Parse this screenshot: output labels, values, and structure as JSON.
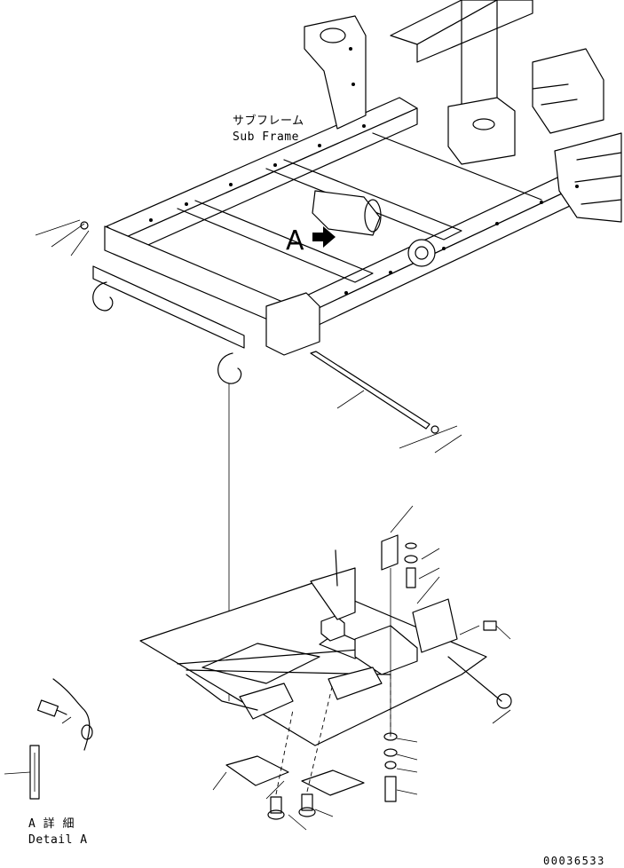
{
  "labels": {
    "subframe_jp": "サブフレーム",
    "subframe_en": "Sub Frame",
    "view_marker": "A",
    "detail_jp": "A 詳 細",
    "detail_en": "Detail A",
    "part_number": "00036533"
  }
}
